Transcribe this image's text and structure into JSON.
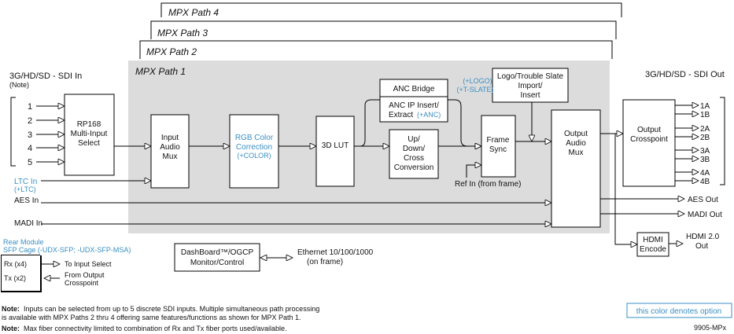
{
  "paths": {
    "path4": "MPX Path 4",
    "path3": "MPX Path 3",
    "path2": "MPX Path 2",
    "path1": "MPX Path 1"
  },
  "inputs": {
    "sdi_in_title": "3G/HD/SD - SDI In",
    "sdi_in_note": "(Note)",
    "sdi_numbers": [
      "1",
      "2",
      "3",
      "4",
      "5"
    ],
    "ltc_in": "LTC In",
    "ltc_option": "(+LTC)",
    "aes_in": "AES In",
    "madi_in": "MADI In",
    "ref_in": "Ref In (from frame)"
  },
  "blocks": {
    "rp168": [
      "RP168",
      "Multi-Input",
      "Select"
    ],
    "input_audio_mux": [
      "Input",
      "Audio",
      "Mux"
    ],
    "rgb_color": [
      "RGB Color",
      "Correction"
    ],
    "rgb_color_option": "(+COLOR)",
    "lut3d": "3D LUT",
    "anc_bridge": "ANC Bridge",
    "anc_ip": [
      "ANC IP Insert/",
      "Extract"
    ],
    "anc_option": "(+ANC)",
    "updown": [
      "Up/",
      "Down/",
      "Cross",
      "Conversion"
    ],
    "frame_sync": [
      "Frame",
      "Sync"
    ],
    "logo": [
      "Logo/Trouble Slate",
      "Import/",
      "Insert"
    ],
    "logo_options": [
      "(+LOGO)",
      "(+T-SLATE)"
    ],
    "output_audio_mux": [
      "Output",
      "Audio",
      "Mux"
    ],
    "output_crosspoint": [
      "Output",
      "Crosspoint"
    ],
    "hdmi_encode": [
      "HDMI",
      "Encode"
    ],
    "dashboard": [
      "DashBoard™/OGCP",
      "Monitor/Control"
    ]
  },
  "outputs": {
    "sdi_out_title": "3G/HD/SD - SDI Out",
    "sdi_out_labels": [
      "1A",
      "1B",
      "2A",
      "2B",
      "3A",
      "3B",
      "4A",
      "4B"
    ],
    "aes_out": "AES Out",
    "madi_out": "MADI Out",
    "hdmi_out": [
      "HDMI 2.0",
      "Out"
    ]
  },
  "ethernet": [
    "Ethernet 10/100/1000",
    "(on frame)"
  ],
  "rear_module": {
    "title": "Rear Module",
    "sfp": "SFP Cage (-UDX-SFP; -UDX-SFP-MSA)",
    "rx": "Rx (x4)",
    "tx": "Tx (x2)",
    "to_input": "To Input Select",
    "from_output": [
      "From Output",
      "Crosspoint"
    ]
  },
  "notes": {
    "label": "Note:",
    "note1_line1": "Inputs can be selected from up to 5 discrete SDI inputs. Multiple simultaneous path processing",
    "note1_line2": "is available with MPX Paths 2 thru 4 offering same features/functions as shown for MPX Path 1.",
    "note2": "Max fiber connectivity limited to combination of Rx and Tx fiber ports used/available."
  },
  "legend": "this color denotes option",
  "model_id": "9905-MPx",
  "colors": {
    "option_text": "#3a8fc4",
    "path_fill": "#dcdcdc",
    "legend_border": "#3a8fc4"
  }
}
